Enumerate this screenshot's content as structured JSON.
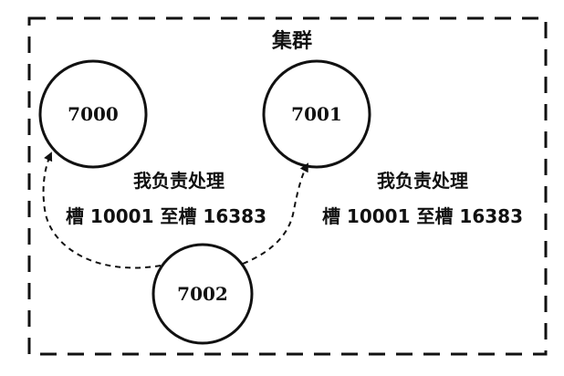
{
  "cluster": {
    "title": "集群"
  },
  "nodes": [
    {
      "label": "7000"
    },
    {
      "label": "7001"
    },
    {
      "label": "7002"
    }
  ],
  "notes": [
    {
      "line1": "我负责处理",
      "line2": "槽 10001 至槽 16383"
    },
    {
      "line1": "我负责处理",
      "line2": "槽 10001 至槽 16383"
    }
  ],
  "colors": {
    "stroke": "#111111",
    "background": "#ffffff"
  }
}
